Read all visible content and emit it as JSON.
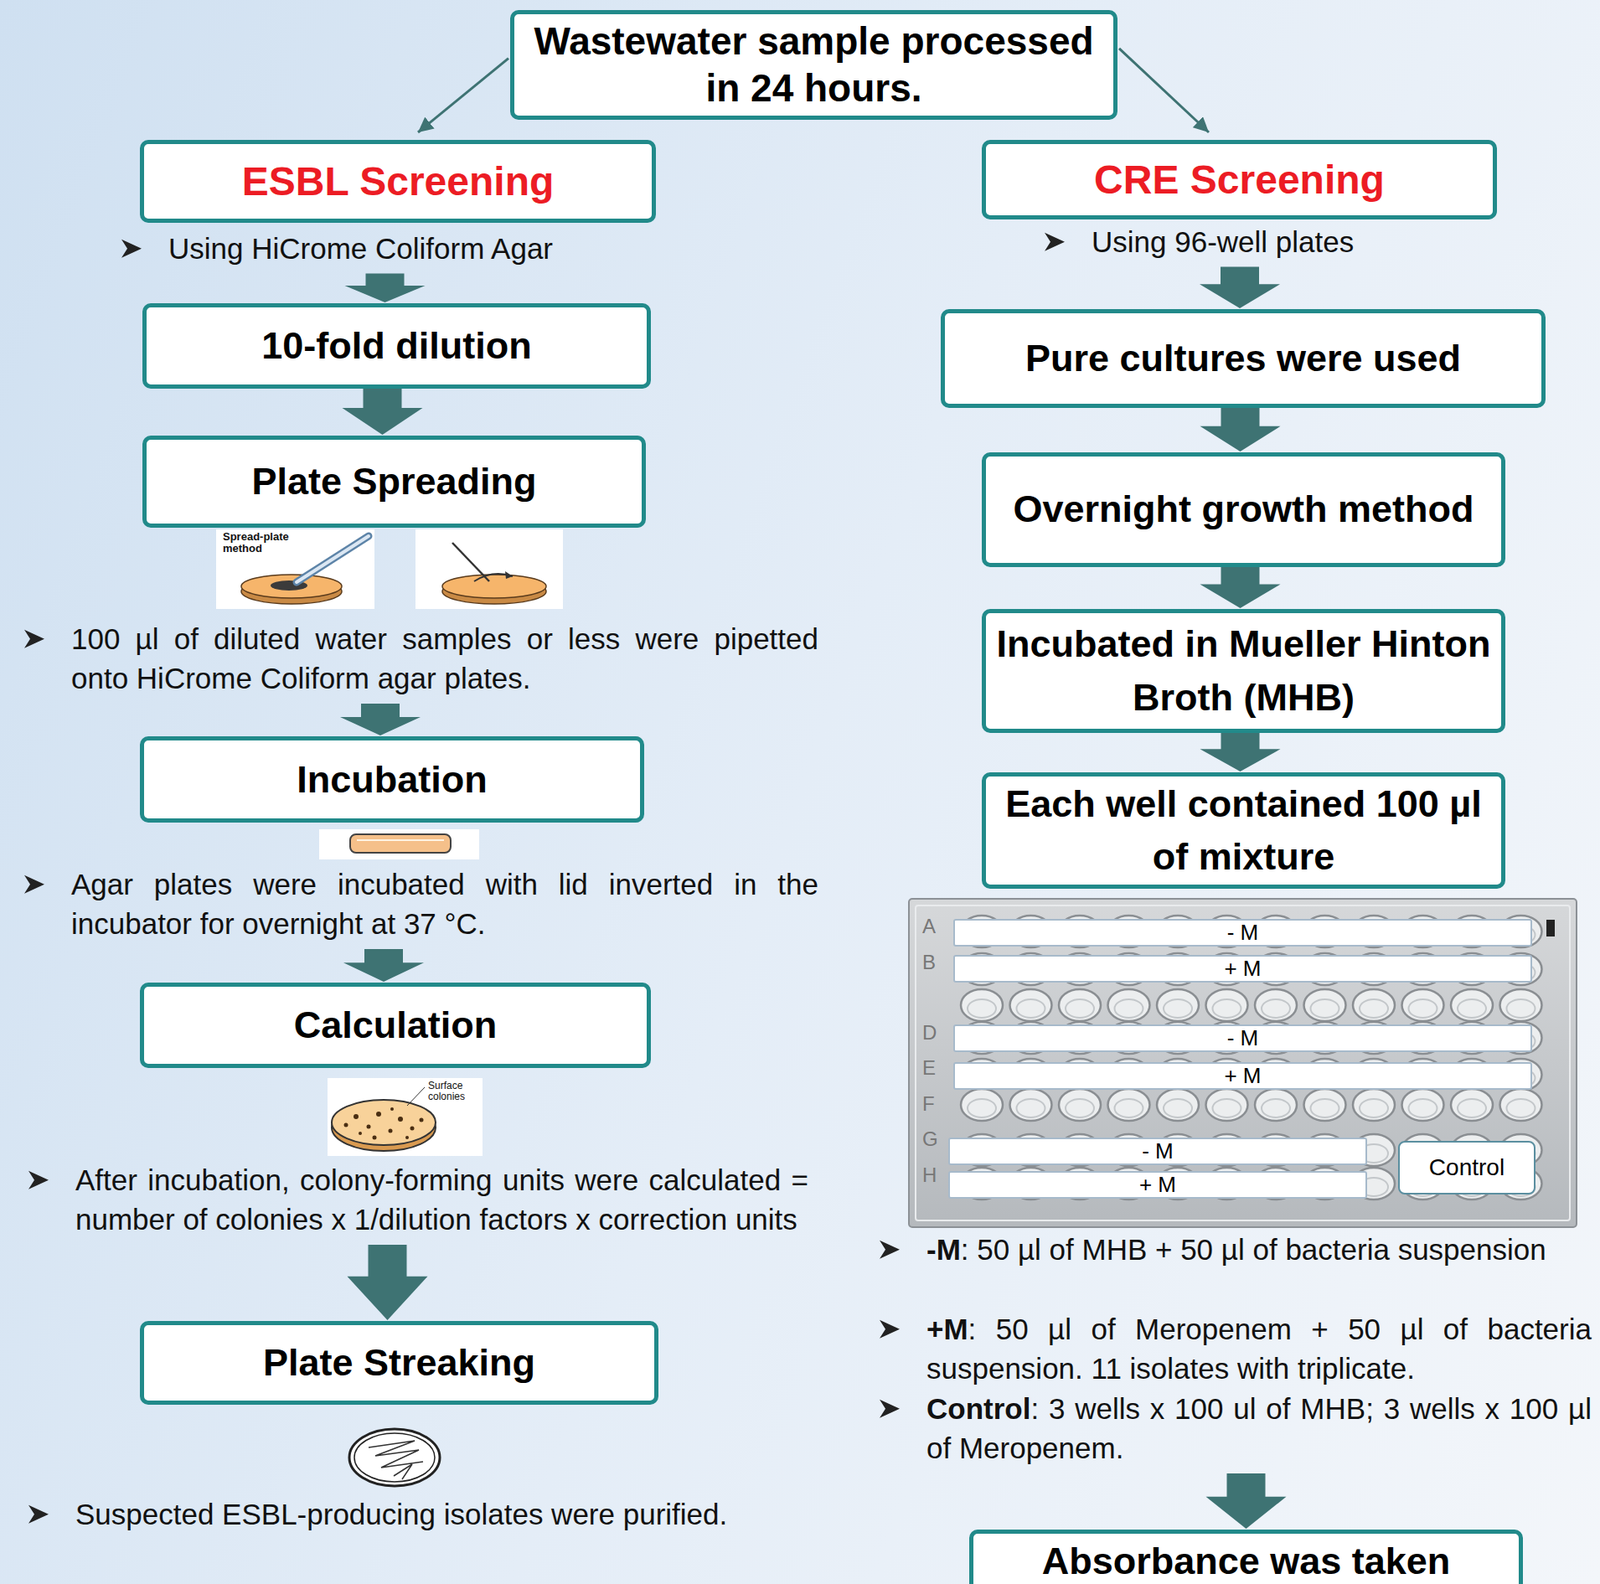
{
  "diagram": {
    "nodes": [
      {
        "text": [
          "Wastewater sample processed in 24 hours."
        ]
      },
      {
        "text": [
          "ESBL Screening"
        ]
      },
      {
        "text": [
          "CRE Screening"
        ]
      },
      {
        "text": [
          "10-fold dilution"
        ]
      },
      {
        "text": [
          "Plate Spreading"
        ]
      },
      {
        "text": [
          "Incubation"
        ]
      },
      {
        "text": [
          "Calculation"
        ]
      },
      {
        "text": [
          "Plate Streaking"
        ]
      },
      {
        "text": [
          "Pure cultures were used"
        ]
      },
      {
        "text": [
          "Overnight growth method"
        ]
      },
      {
        "text": [
          "Incubated in Mueller Hinton Broth (MHB)"
        ]
      },
      {
        "text": [
          "Each well contained 100 µl of mixture"
        ]
      },
      {
        "text": [
          "- M"
        ]
      },
      {
        "text": [
          "+ M"
        ]
      },
      {
        "text": [
          "- M"
        ]
      },
      {
        "text": [
          "+ M"
        ]
      },
      {
        "text": [
          "- M"
        ]
      },
      {
        "text": [
          "+ M"
        ]
      },
      {
        "text": [
          "Control"
        ]
      },
      {
        "text": [
          "Absorbance was taken"
        ]
      }
    ],
    "edges": [
      {
        "from": 0,
        "to": 1,
        "arrow": "to"
      },
      {
        "from": 0,
        "to": 2,
        "arrow": "to"
      },
      {
        "from": 1,
        "to": 3,
        "arrow": "to"
      },
      {
        "from": 3,
        "to": 4,
        "arrow": "to"
      },
      {
        "from": 4,
        "to": 5,
        "arrow": "to"
      },
      {
        "from": 5,
        "to": 6,
        "arrow": "to"
      },
      {
        "from": 6,
        "to": 7,
        "arrow": "to"
      },
      {
        "from": 2,
        "to": 8,
        "arrow": "to"
      },
      {
        "from": 8,
        "to": 9,
        "arrow": "to"
      },
      {
        "from": 9,
        "to": 10,
        "arrow": "to"
      },
      {
        "from": 10,
        "to": 11,
        "arrow": "to"
      },
      {
        "from": 11,
        "to": 19,
        "arrow": "to"
      }
    ],
    "labels": [
      "Using HiCrome Coliform Agar",
      "Spread-plate method",
      "100 µl of diluted water samples or less were pipetted onto HiCrome Coliform agar plates.",
      "Agar plates were incubated with lid inverted in the incubator for overnight at 37 °C.",
      "Surface colonies",
      "After incubation, colony-forming units were calculated = number of colonies x 1/dilution factors x correction units",
      "Suspected ESBL-producing isolates were purified.",
      "Using 96-well plates",
      "A",
      "B",
      "D",
      "E",
      "F",
      "G",
      "H",
      "-M",
      ": 50 µl of MHB + 50 µl of bacteria suspension",
      "+M",
      ": 50 µl of Meropenem + 50 µl of bacteria suspension. 11 isolates with triplicate.",
      "Control",
      ": 3 wells x 100 ul of MHB; 3 wells x 100 µl of Meropenem."
    ]
  }
}
